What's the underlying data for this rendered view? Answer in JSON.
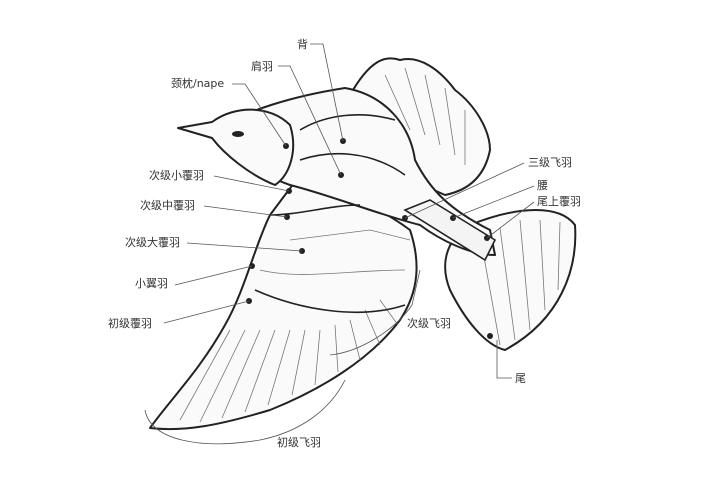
{
  "title": "Bird plumage topography (flight, dorsal view)",
  "labels": {
    "back": "背",
    "scapulars": "肩羽",
    "nape": "颈枕/nape",
    "lesser_secondary_coverts": "次级小覆羽",
    "median_secondary_coverts": "次级中覆羽",
    "greater_secondary_coverts": "次级大覆羽",
    "alula": "小翼羽",
    "primary_coverts": "初级覆羽",
    "tertials": "三级飞羽",
    "rump": "腰",
    "uppertail_coverts": "尾上覆羽",
    "secondaries": "次级飞羽",
    "tail": "尾",
    "primaries": "初级飞羽"
  }
}
